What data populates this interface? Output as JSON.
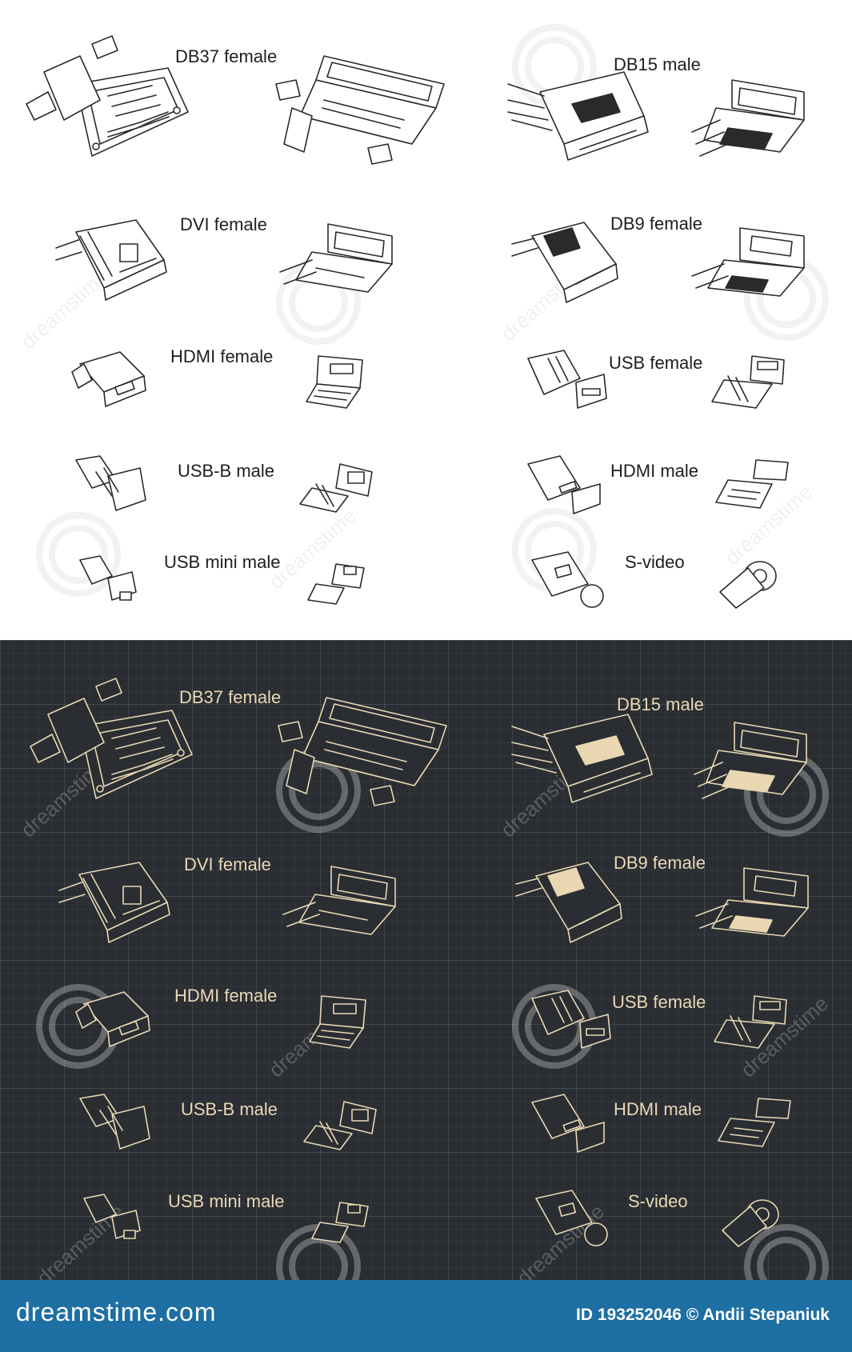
{
  "connectors": [
    "DB37 female",
    "DB15 male",
    "DVI female",
    "DB9 female",
    "HDMI female",
    "USB female",
    "USB-B male",
    "HDMI male",
    "USB mini male",
    "S-video"
  ],
  "watermark": "dreamstime",
  "footer": {
    "logo": "dreamstime.com",
    "credit": "ID 193252046 © Andii Stepaniuk"
  }
}
